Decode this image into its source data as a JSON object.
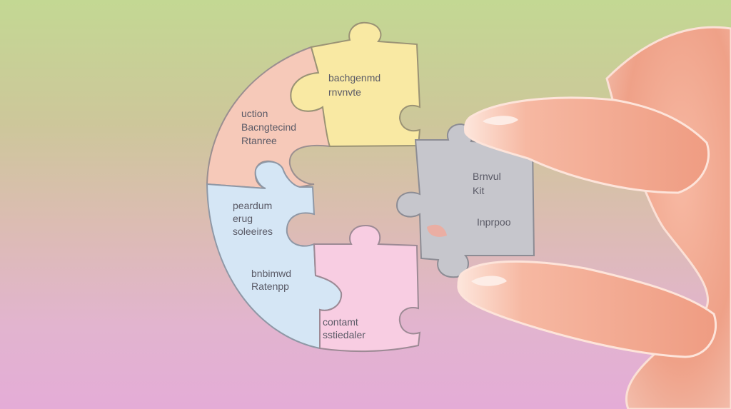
{
  "puzzle": {
    "yellow_piece": {
      "line1": "bachgenmd",
      "line2": "rnvnvte"
    },
    "peach_piece": {
      "line1": "uction",
      "line2": "Bacngtecind",
      "line3": "Rtanree"
    },
    "blue_piece": {
      "line1": "peardum",
      "line2": "erug",
      "line3": "soleeires",
      "line4": "bnbimwd",
      "line5": "Ratenpp"
    },
    "pink_piece": {
      "line1": "contamt",
      "line2": "sstiedaler"
    },
    "grey_piece": {
      "line1": "Brnvul",
      "line2": "Kit",
      "line3": "Inprpoo"
    }
  },
  "colors": {
    "peach": "#f6c9b9",
    "yellow": "#f9e9a3",
    "blue": "#d5e6f5",
    "pink": "#f8cde2",
    "grey": "#c6c6cc",
    "skin": "#f2a88f"
  }
}
